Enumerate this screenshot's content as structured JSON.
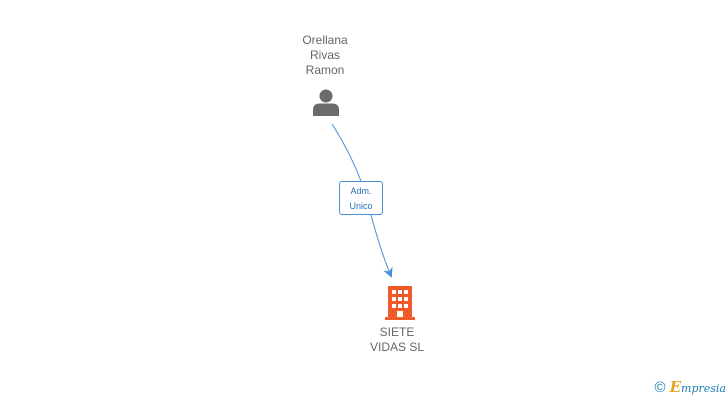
{
  "nodes": {
    "person": {
      "name_lines": [
        "Orellana",
        "Rivas",
        "Ramon"
      ],
      "icon": "person-icon",
      "color": "#6b6b6b"
    },
    "company": {
      "name_lines": [
        "SIETE",
        "VIDAS SL"
      ],
      "icon": "building-icon",
      "color": "#f05a28"
    }
  },
  "edges": [
    {
      "from": "person",
      "to": "company",
      "role_lines": [
        "Adm.",
        "Unico"
      ],
      "color": "#4a90d9"
    }
  ],
  "watermark": {
    "symbol": "©",
    "brand_initial": "E",
    "brand_rest": "mpresia"
  }
}
